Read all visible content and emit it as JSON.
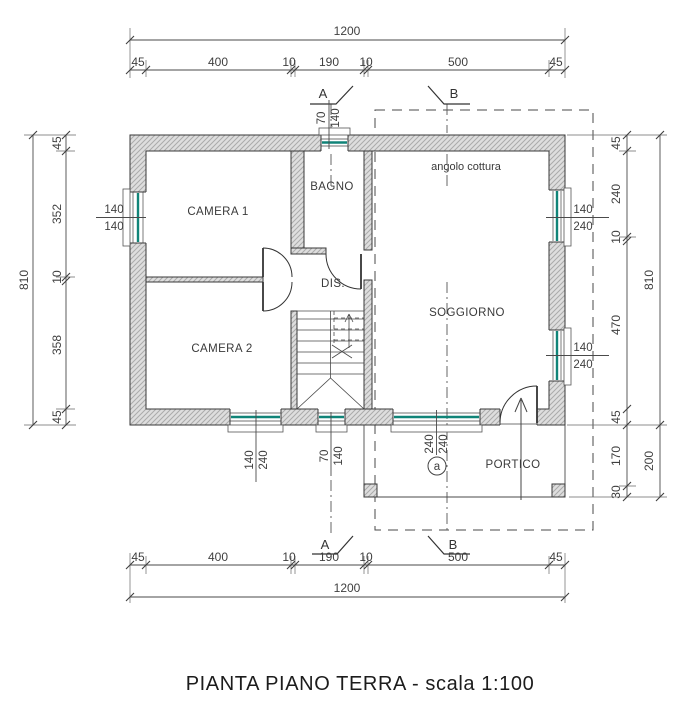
{
  "title": "PIANTA PIANO TERRA - scala 1:100",
  "rooms": {
    "camera1": "CAMERA 1",
    "camera2": "CAMERA 2",
    "bagno": "BAGNO",
    "dis": "DIS.",
    "soggiorno": "SOGGIORNO",
    "angolo_cottura": "angolo cottura",
    "portico": "PORTICO"
  },
  "sections": {
    "a": "A",
    "b": "B"
  },
  "detail_marker": "a",
  "dimensions": {
    "overall_width": "1200",
    "overall_height": "810",
    "portico_depth_outer": "200",
    "h_chain": [
      "45",
      "400",
      "10",
      "190",
      "10",
      "500",
      "45"
    ],
    "v_left_chain": [
      "45",
      "352",
      "10",
      "358",
      "45"
    ],
    "v_right_chain": [
      "45",
      "240",
      "10",
      "470",
      "45",
      "170",
      "30"
    ]
  },
  "windows": {
    "left": {
      "w": "140",
      "h": "140"
    },
    "top_bagno": {
      "w": "70",
      "h": "140"
    },
    "right_upper": {
      "w": "140",
      "h": "240"
    },
    "right_lower": {
      "w": "140",
      "h": "240"
    },
    "bottom_camera2": {
      "w": "140",
      "h": "240"
    },
    "bottom_stairs": {
      "w": "70",
      "h": "140"
    },
    "bottom_soggiorno": {
      "w": "240",
      "h": "240"
    }
  },
  "colors": {
    "glass": "#108478",
    "wall_fill": "#dcdcdc",
    "line": "#4a4a4a"
  }
}
